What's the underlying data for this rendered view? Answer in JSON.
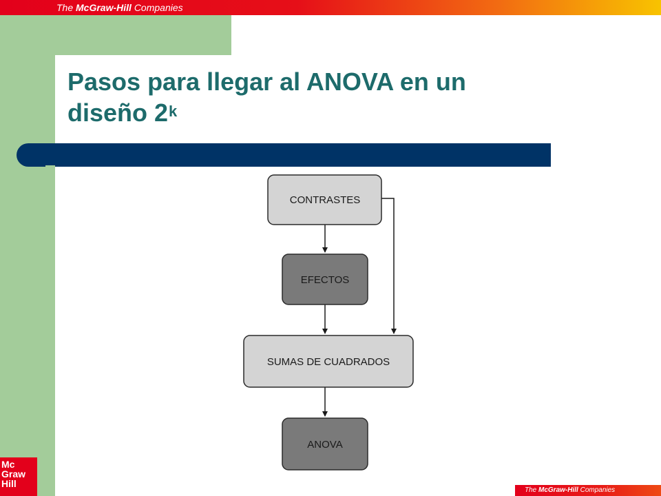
{
  "header": {
    "brand_prefix": "The",
    "brand_name": "McGraw-Hill",
    "brand_suffix": "Companies"
  },
  "slide": {
    "title_line1": "Pasos para llegar al ANOVA en un",
    "title_line2": "diseño 2",
    "title_superscript": "k"
  },
  "flowchart": {
    "nodes": [
      {
        "id": "contrastes",
        "label": "CONTRASTES",
        "fill": "#d4d4d4"
      },
      {
        "id": "efectos",
        "label": "EFECTOS",
        "fill": "#7a7a7a"
      },
      {
        "id": "sumas",
        "label": "SUMAS DE CUADRADOS",
        "fill": "#d4d4d4"
      },
      {
        "id": "anova",
        "label": "ANOVA",
        "fill": "#7a7a7a"
      }
    ],
    "edges": [
      {
        "from": "contrastes",
        "to": "efectos"
      },
      {
        "from": "efectos",
        "to": "sumas"
      },
      {
        "from": "contrastes",
        "to": "sumas"
      },
      {
        "from": "sumas",
        "to": "anova"
      }
    ]
  },
  "footer": {
    "logo_line1": "Mc",
    "logo_line2": "Graw",
    "logo_line3": "Hill",
    "brand_prefix": "The",
    "brand_name": "McGraw-Hill",
    "brand_suffix": "Companies"
  },
  "colors": {
    "title": "#1d6b6b",
    "bar": "#003366",
    "green": "#a3cc9a",
    "red": "#e3001b"
  }
}
